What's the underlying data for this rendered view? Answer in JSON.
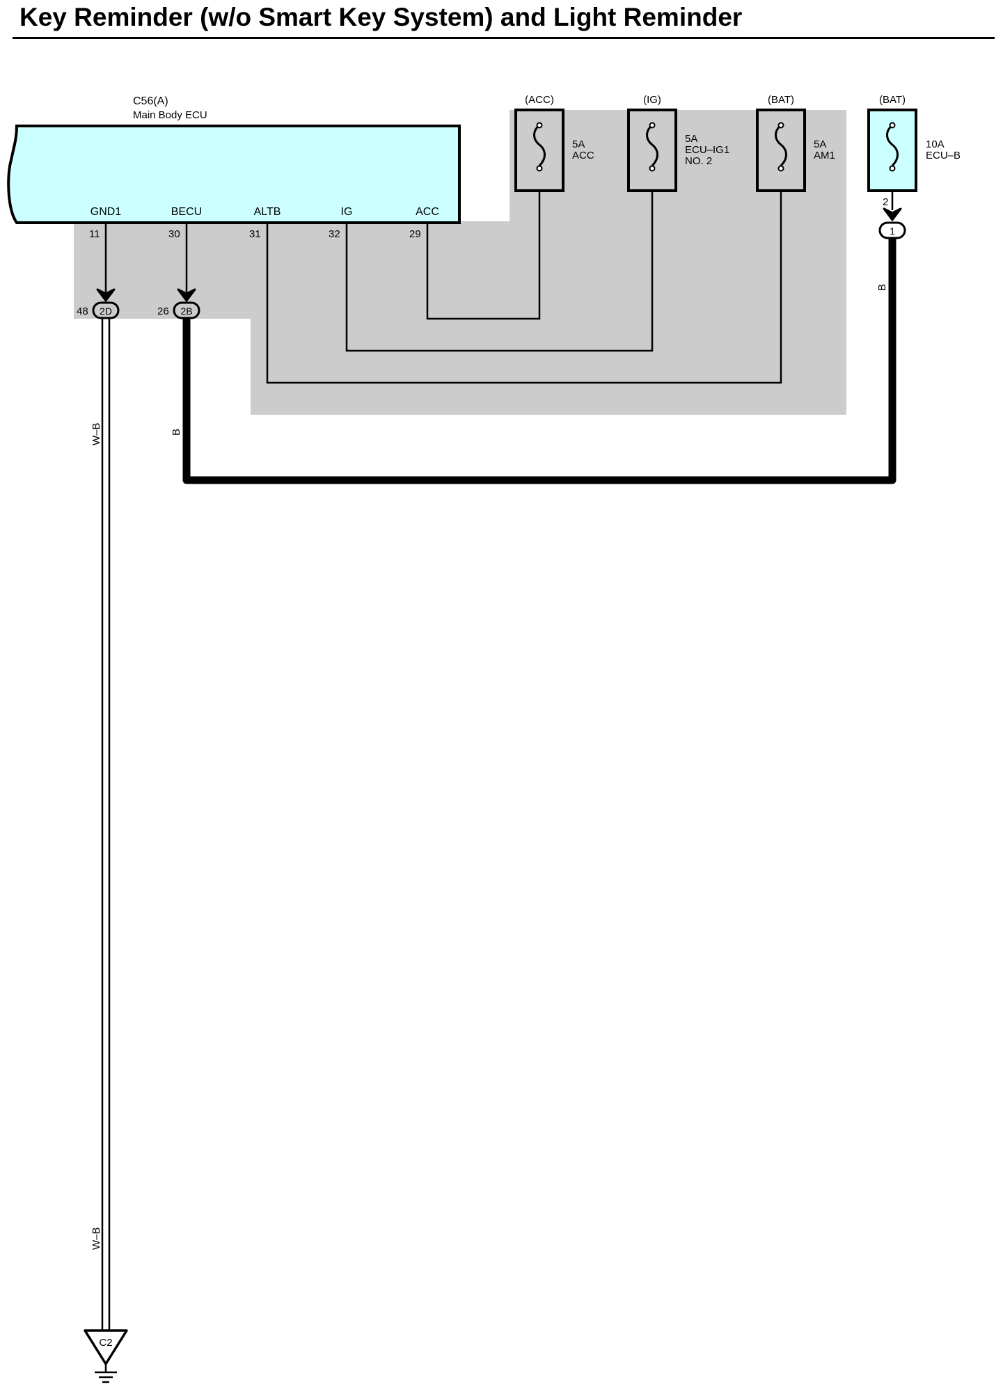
{
  "title": "Key Reminder (w/o Smart Key System) and Light Reminder",
  "colors": {
    "ecu_fill": "#ccffff",
    "shade": "#cccccc",
    "fuse_fill_bat": "#ccffff",
    "wire": "#000000"
  },
  "ecu": {
    "code": "C56(A)",
    "name": "Main Body ECU",
    "terminals": [
      {
        "label": "GND1",
        "pin": "11"
      },
      {
        "label": "BECU",
        "pin": "30"
      },
      {
        "label": "ALTB",
        "pin": "31"
      },
      {
        "label": "IG",
        "pin": "32"
      },
      {
        "label": "ACC",
        "pin": "29"
      }
    ]
  },
  "fuses": [
    {
      "source": "(ACC)",
      "rating": "5A",
      "name": "ACC",
      "name2": ""
    },
    {
      "source": "(IG)",
      "rating": "5A",
      "name": "ECU–IG1",
      "name2": "NO. 2"
    },
    {
      "source": "(BAT)",
      "rating": "5A",
      "name": "AM1",
      "name2": ""
    },
    {
      "source": "(BAT)",
      "rating": "10A",
      "name": "ECU–B",
      "name2": "",
      "pin": "2"
    }
  ],
  "connectors": [
    {
      "id": "2D",
      "pin": "48"
    },
    {
      "id": "2B",
      "pin": "26"
    },
    {
      "id": "1",
      "pin": ""
    }
  ],
  "wires": {
    "gnd_color_top": "W–B",
    "gnd_color_bottom": "W–B",
    "becu_color": "B",
    "ecub_color": "B"
  },
  "ground": {
    "id": "C2"
  }
}
